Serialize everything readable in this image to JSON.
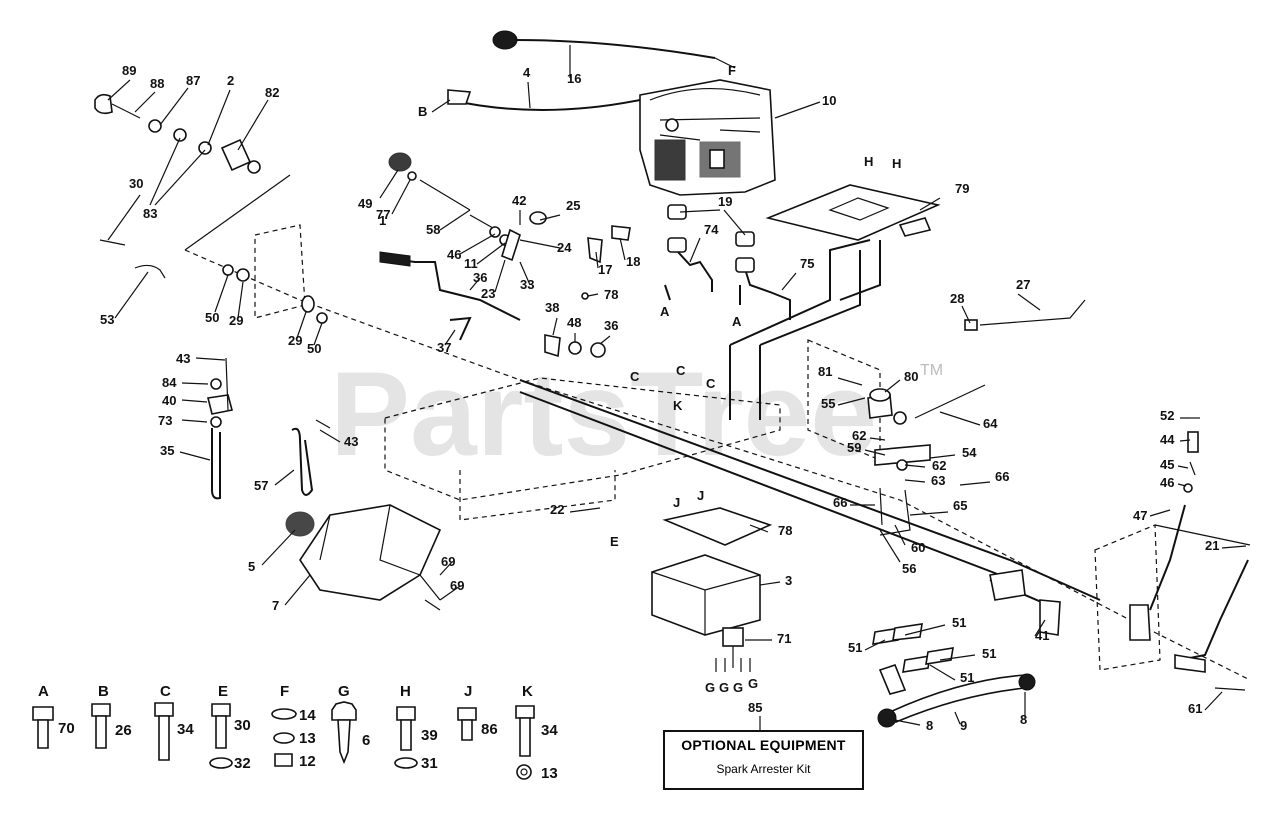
{
  "watermark": {
    "text": "PartsTree",
    "tm": "TM"
  },
  "optional_box": {
    "title": "OPTIONAL EQUIPMENT",
    "subtitle": "Spark Arrester Kit",
    "callout": "85"
  },
  "callouts": [
    "89",
    "88",
    "87",
    "2",
    "82",
    "83",
    "30",
    "53",
    "50",
    "29",
    "29",
    "50",
    "43",
    "84",
    "40",
    "73",
    "35",
    "57",
    "43",
    "5",
    "7",
    "69",
    "69",
    "49",
    "77",
    "1",
    "58",
    "46",
    "11",
    "42",
    "25",
    "24",
    "23",
    "33",
    "17",
    "18",
    "78",
    "36",
    "38",
    "48",
    "36",
    "37",
    "16",
    "4",
    "F",
    "B",
    "10",
    "19",
    "74",
    "75",
    "A",
    "A",
    "H",
    "H",
    "79",
    "28",
    "27",
    "C",
    "C",
    "C",
    "K",
    "80",
    "81",
    "55",
    "64",
    "62",
    "59",
    "54",
    "62",
    "63",
    "66",
    "66",
    "65",
    "60",
    "56",
    "22",
    "E",
    "J",
    "J",
    "78",
    "3",
    "71",
    "G",
    "G",
    "G",
    "G",
    "51",
    "51",
    "51",
    "51",
    "8",
    "9",
    "8",
    "41",
    "52",
    "44",
    "45",
    "46",
    "47",
    "21",
    "61"
  ],
  "hardware": [
    {
      "letter": "A",
      "items": [
        {
          "num": "70"
        }
      ]
    },
    {
      "letter": "B",
      "items": [
        {
          "num": "26"
        }
      ]
    },
    {
      "letter": "C",
      "items": [
        {
          "num": "34"
        }
      ]
    },
    {
      "letter": "E",
      "items": [
        {
          "num": "30"
        },
        {
          "num": "32"
        }
      ]
    },
    {
      "letter": "F",
      "items": [
        {
          "num": "14"
        },
        {
          "num": "13"
        },
        {
          "num": "12"
        }
      ]
    },
    {
      "letter": "G",
      "items": [
        {
          "num": "6"
        }
      ]
    },
    {
      "letter": "H",
      "items": [
        {
          "num": "39"
        },
        {
          "num": "31"
        }
      ]
    },
    {
      "letter": "J",
      "items": [
        {
          "num": "86"
        }
      ]
    },
    {
      "letter": "K",
      "items": [
        {
          "num": "34"
        },
        {
          "num": "13"
        }
      ]
    }
  ]
}
